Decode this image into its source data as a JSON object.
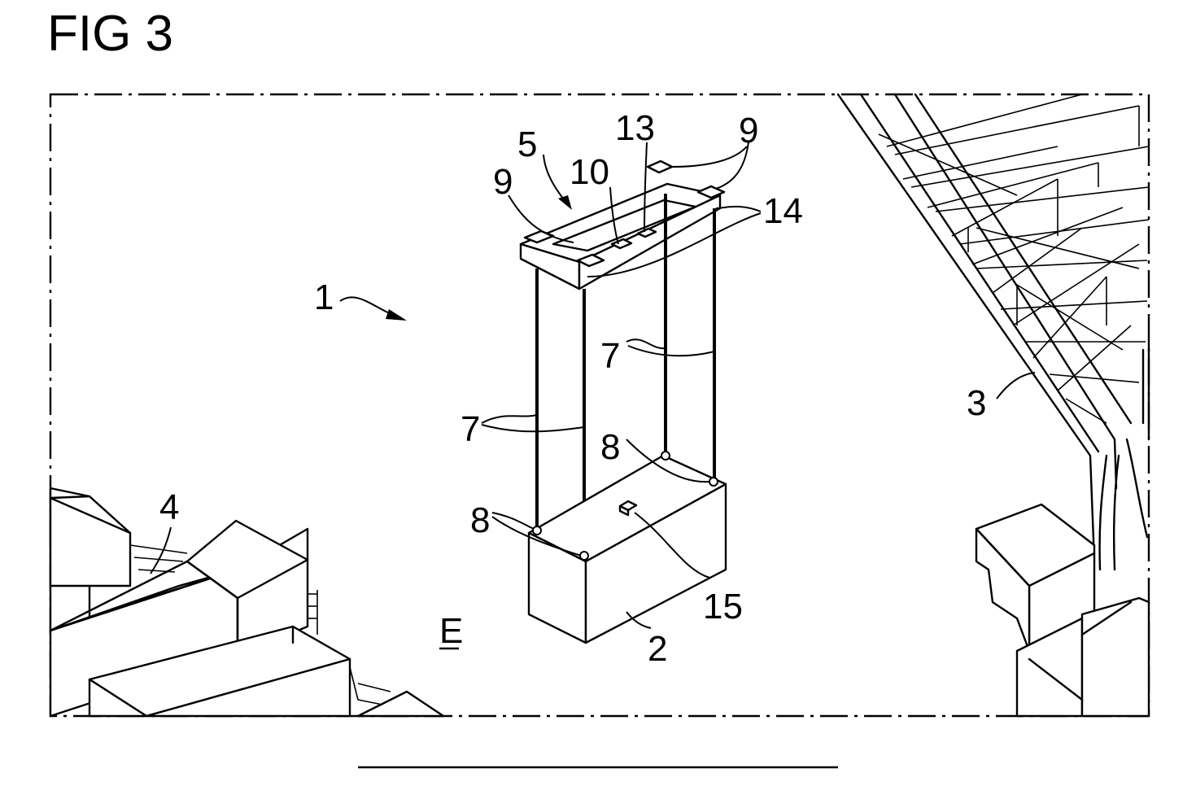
{
  "figure": {
    "title": "FIG 3"
  },
  "labels": {
    "l1": "1",
    "l2": "2",
    "l3": "3",
    "l4": "4",
    "l5": "5",
    "l7a": "7",
    "l7b": "7",
    "l8a": "8",
    "l8b": "8",
    "l9a": "9",
    "l9b": "9",
    "l10": "10",
    "l13": "13",
    "l14": "14",
    "l15": "15",
    "lE": "E"
  }
}
